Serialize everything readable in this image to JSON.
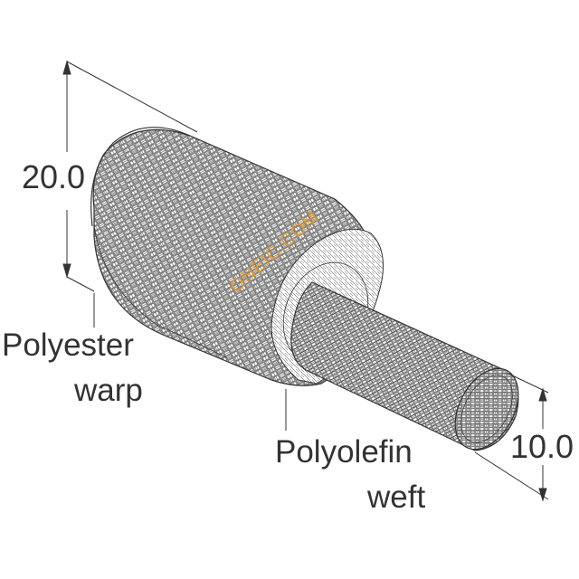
{
  "dimensions": {
    "large_diameter": "20.0",
    "small_diameter": "10.0"
  },
  "callouts": {
    "warp_material": "Polyester",
    "warp_word": "warp",
    "weft_material": "Polyolefin",
    "weft_word": "weft"
  },
  "watermark": "ONEIC.COM",
  "colors": {
    "line": "#333333",
    "watermark": "#f29a1a",
    "background": "#ffffff"
  }
}
